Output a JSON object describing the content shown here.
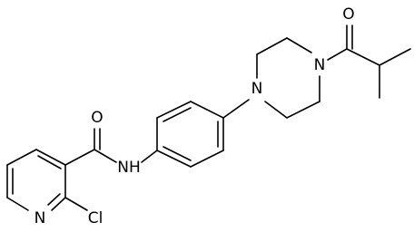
{
  "molecule": {
    "atoms": {
      "carbonyl_oxygen_amide": "O",
      "amide_nh": "NH",
      "pyridine_nitrogen": "N",
      "chlorine": "Cl",
      "piperazine_n_aryl": "N",
      "piperazine_n_acyl": "N",
      "carbonyl_oxygen_ketone": "O"
    }
  }
}
